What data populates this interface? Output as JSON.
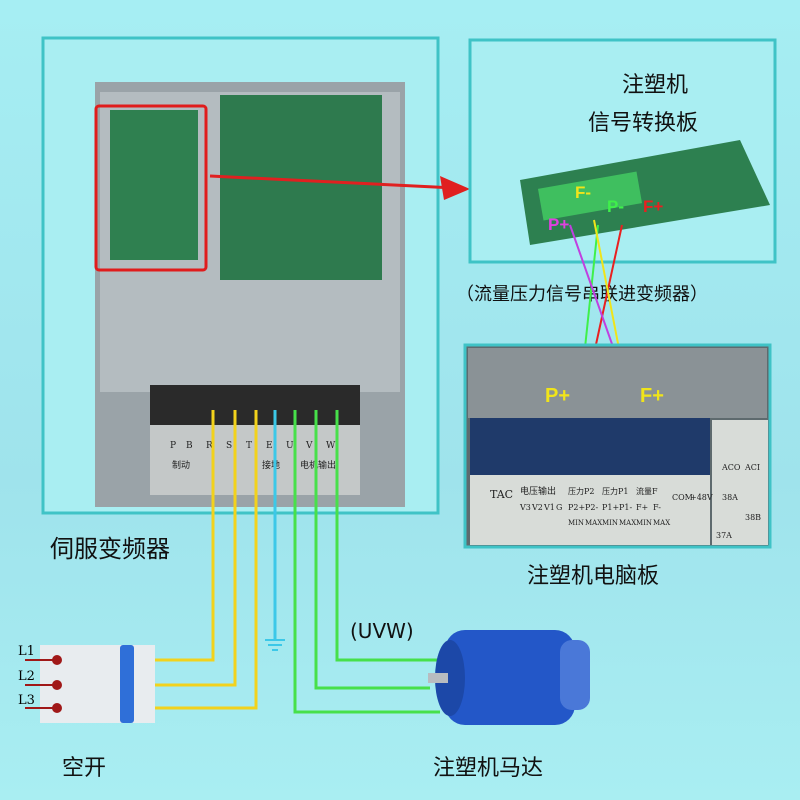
{
  "inverter": {
    "caption": "伺服变频器",
    "terminals": [
      "P",
      "B",
      "R",
      "S",
      "T",
      "E",
      "U",
      "V",
      "W"
    ],
    "terminal_notes": {
      "brake": "制动",
      "ground": "接地",
      "motor_out": "电机输出"
    }
  },
  "converter_board": {
    "title_line1": "注塑机",
    "title_line2": "信号转换板",
    "labels": [
      "F-",
      "P-",
      "P+",
      "F+"
    ],
    "note": "（流量压力信号串联进变频器）"
  },
  "computer_board": {
    "caption": "注塑机电脑板",
    "labels": [
      "P+",
      "F+"
    ],
    "panel": {
      "tac": "TAC",
      "voltage_out": "电压输出",
      "voltage_cells": [
        "V3",
        "V2",
        "V1",
        "G"
      ],
      "pressure_p2": "压力P2",
      "pressure_p1": "压力P1",
      "flow_f": "流量F",
      "signal_cells": [
        "P2+",
        "P2-",
        "P1+",
        "P1-",
        "F+",
        "F-"
      ],
      "range_cells": [
        "MIN",
        "MAX",
        "MIN",
        "MAX",
        "MIN",
        "MAX"
      ],
      "com": "COM",
      "v48": "+48V",
      "side": [
        "ACI",
        "ACO",
        "38A",
        "38B",
        "37A"
      ]
    }
  },
  "breaker": {
    "caption": "空开",
    "inputs": [
      "L1",
      "L2",
      "L3"
    ]
  },
  "motor": {
    "caption": "注塑机马达",
    "note": "(UVW)"
  },
  "colors": {
    "frame": "#3fc3c6",
    "wire_yellow": "#f2d21c",
    "wire_green": "#47e04a",
    "wire_blue": "#3cc8e8",
    "arrow": "#e02020"
  }
}
